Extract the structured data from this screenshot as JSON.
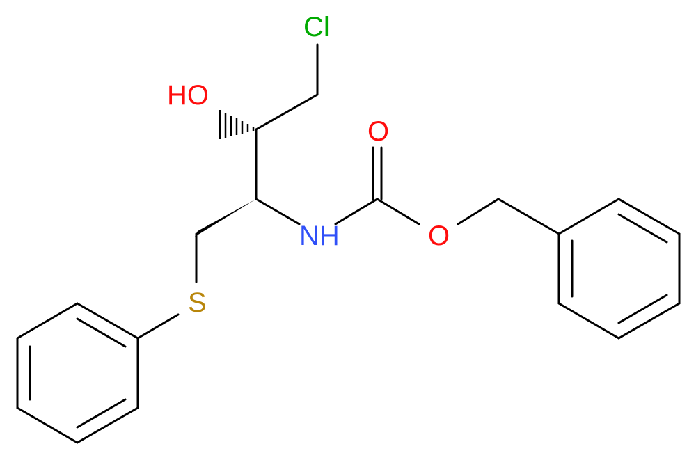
{
  "atoms": {
    "chlorine": "Cl",
    "hydroxyl": "HO",
    "carbonyl_oxygen": "O",
    "amine": "NH",
    "ester_oxygen": "O",
    "sulfur": "S"
  },
  "colors": {
    "bond": "#000000",
    "chlorine": "#00aa00",
    "oxygen": "#ff0d0d",
    "nitrogen": "#3050f8",
    "sulfur": "#b8860b"
  }
}
